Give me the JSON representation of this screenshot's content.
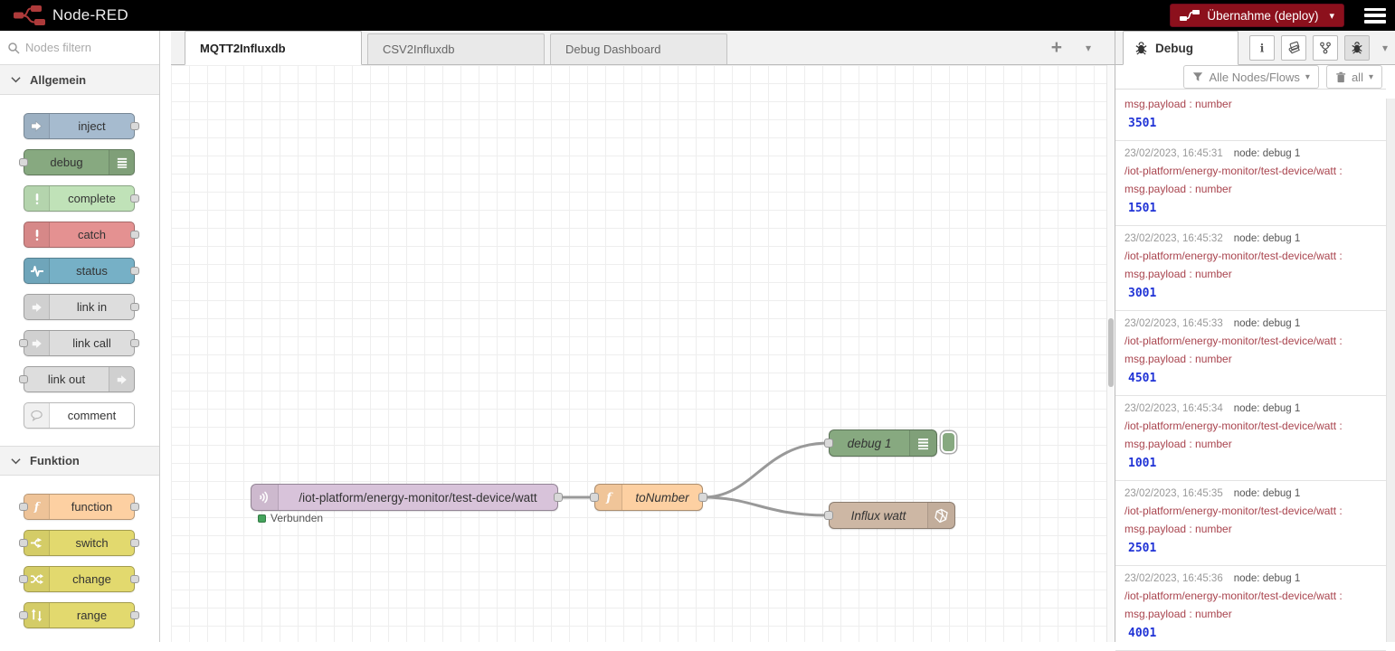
{
  "header": {
    "app_title": "Node-RED",
    "deploy": {
      "label": "Übernahme (deploy)",
      "color": "#8C101C"
    }
  },
  "palette": {
    "search_placeholder": "Nodes filtern",
    "categories": [
      {
        "label": "Allgemein",
        "items": [
          {
            "label": "inject",
            "color": "#a6bbcf",
            "icon": "inject-arrow",
            "icon_side": "left",
            "ports": "right"
          },
          {
            "label": "debug",
            "color": "#87a980",
            "icon": "list",
            "icon_side": "right",
            "ports": "left"
          },
          {
            "label": "complete",
            "color": "#c0e2b8",
            "icon": "exclamation",
            "icon_side": "left",
            "ports": "right"
          },
          {
            "label": "catch",
            "color": "#e49191",
            "icon": "exclamation",
            "icon_side": "left",
            "ports": "right"
          },
          {
            "label": "status",
            "color": "#76b0c6",
            "icon": "waveform",
            "icon_side": "left",
            "ports": "right"
          },
          {
            "label": "link in",
            "color": "#dddddd",
            "icon": "link-arrow",
            "icon_side": "left",
            "ports": "right"
          },
          {
            "label": "link call",
            "color": "#dddddd",
            "icon": "link-arrow",
            "icon_side": "left",
            "ports": "both"
          },
          {
            "label": "link out",
            "color": "#dddddd",
            "icon": "link-arrow",
            "icon_side": "right",
            "ports": "left"
          },
          {
            "label": "comment",
            "color": "#ffffff",
            "icon": "comment-bubble",
            "icon_side": "left",
            "ports": "none"
          }
        ]
      },
      {
        "label": "Funktion",
        "items": [
          {
            "label": "function",
            "color": "#fdd0a2",
            "icon": "function-f",
            "icon_side": "left",
            "ports": "both"
          },
          {
            "label": "switch",
            "color": "#e2d96e",
            "icon": "switch-branch",
            "icon_side": "left",
            "ports": "both"
          },
          {
            "label": "change",
            "color": "#e2d96e",
            "icon": "shuffle",
            "icon_side": "left",
            "ports": "both"
          },
          {
            "label": "range",
            "color": "#e2d96e",
            "icon": "range-arrows",
            "icon_side": "left",
            "ports": "both"
          }
        ]
      }
    ]
  },
  "workspace_tabs": {
    "items": [
      {
        "label": "MQTT2Influxdb",
        "active": true
      },
      {
        "label": "CSV2Influxdb",
        "active": false
      },
      {
        "label": "Debug Dashboard",
        "active": false
      }
    ]
  },
  "canvas": {
    "mqtt_node": {
      "label": "/iot-platform/energy-monitor/test-device/watt",
      "color": "#d8c3da"
    },
    "mqtt_status": {
      "label": "Verbunden",
      "color": "#44a45c"
    },
    "function_node": {
      "label": "toNumber",
      "color": "#fdd0a2"
    },
    "debug_node": {
      "label": "debug 1",
      "color": "#87a980"
    },
    "influx_node": {
      "label": "Influx watt",
      "color": "#cdb7a4"
    }
  },
  "debug_panel": {
    "tab_label": "Debug",
    "filter_button": "Alle Nodes/Flows",
    "clear_button": "all",
    "colors": {
      "topic": "#a9444e",
      "number_value": "#2033d6"
    },
    "messages": [
      {
        "type": "msg.payload : number",
        "value": "3501"
      },
      {
        "timestamp": "23/02/2023, 16:45:31",
        "node": "node: debug 1",
        "topic": "/iot-platform/energy-monitor/test-device/watt :",
        "type": "msg.payload : number",
        "value": "1501"
      },
      {
        "timestamp": "23/02/2023, 16:45:32",
        "node": "node: debug 1",
        "topic": "/iot-platform/energy-monitor/test-device/watt :",
        "type": "msg.payload : number",
        "value": "3001"
      },
      {
        "timestamp": "23/02/2023, 16:45:33",
        "node": "node: debug 1",
        "topic": "/iot-platform/energy-monitor/test-device/watt :",
        "type": "msg.payload : number",
        "value": "4501"
      },
      {
        "timestamp": "23/02/2023, 16:45:34",
        "node": "node: debug 1",
        "topic": "/iot-platform/energy-monitor/test-device/watt :",
        "type": "msg.payload : number",
        "value": "1001"
      },
      {
        "timestamp": "23/02/2023, 16:45:35",
        "node": "node: debug 1",
        "topic": "/iot-platform/energy-monitor/test-device/watt :",
        "type": "msg.payload : number",
        "value": "2501"
      },
      {
        "timestamp": "23/02/2023, 16:45:36",
        "node": "node: debug 1",
        "topic": "/iot-platform/energy-monitor/test-device/watt :",
        "type": "msg.payload : number",
        "value": "4001"
      }
    ]
  }
}
